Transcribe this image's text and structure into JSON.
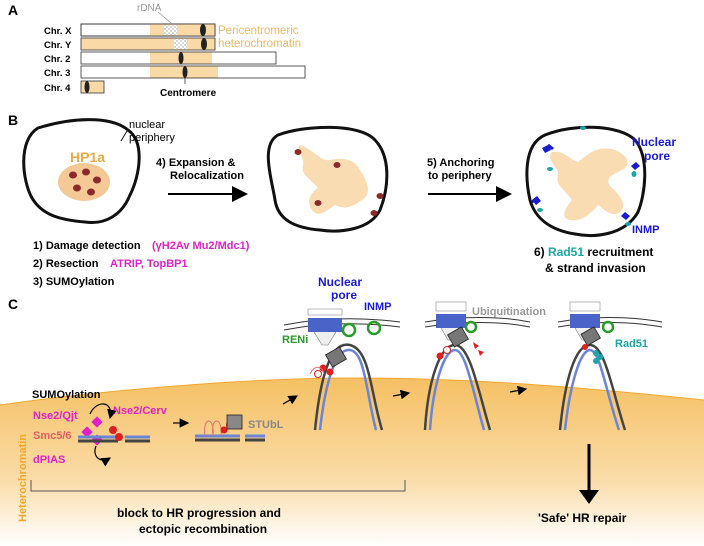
{
  "panelA": {
    "label": "A",
    "rdna": "rDNA",
    "chromosomes": [
      "Chr. X",
      "Chr. Y",
      "Chr. 2",
      "Chr. 3",
      "Chr. 4"
    ],
    "pericentromeric_line1": "Pericentromeric",
    "pericentromeric_line2": "heterochromatin",
    "centromere": "Centromere"
  },
  "panelB": {
    "label": "B",
    "periphery_line1": "nuclear",
    "periphery_line2": "periphery",
    "hp1a": "HP1a",
    "step4_line1": "4) Expansion &",
    "step4_line2": "Relocalization",
    "step5_line1": "5) Anchoring",
    "step5_line2": "to periphery",
    "pore_line1": "Nuclear",
    "pore_line2": "pore",
    "inmp": "INMP",
    "step1": "1) Damage detection",
    "step1_factors": "(γH2Av Mu2/Mdc1)",
    "step2": "2) Resection",
    "step2_factors": "ATRIP, TopBP1",
    "step3": "3) SUMOylation",
    "step6_prefix": "6) ",
    "step6_rad51": "Rad51",
    "step6_rest": " recruitment",
    "step6_line2": "& strand invasion"
  },
  "panelC": {
    "label": "C",
    "pore_line1": "Nuclear",
    "pore_line2": "pore",
    "inmp": "INMP",
    "reni": "RENi",
    "ubiquitination": "Ubiquitination",
    "rad51": "Rad51",
    "sumoylation": "SUMOylation",
    "nse2_qjt": "Nse2/Qjt",
    "nse2_cerv": "Nse2/Cerv",
    "smc56": "Smc5/6",
    "dpias": "dPIAS",
    "stubl": "STUbL",
    "heterochromatin": "Heterochromatin",
    "block_line1": "block to HR progression and",
    "block_line2": "ectopic recombination",
    "safe_repair": "'Safe' HR repair"
  },
  "colors": {
    "heterochromatin": "#f7c77a",
    "blue_text": "#1a1ad0",
    "magenta": "#e020c8",
    "teal": "#1aa6a6",
    "green": "#2a9a2a",
    "red": "#d42020"
  }
}
